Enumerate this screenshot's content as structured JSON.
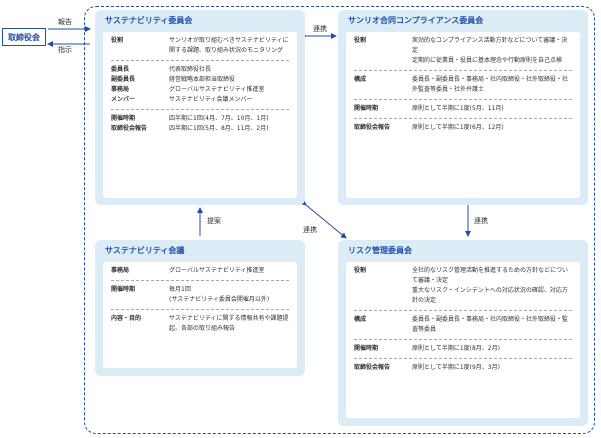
{
  "board": "取締役会",
  "board_links": {
    "report": "報告",
    "instruct": "指示"
  },
  "link_labels": {
    "top": "連携",
    "diag": "連携",
    "right": "連携",
    "up": "提案"
  },
  "sustainability_committee": {
    "title": "サステナビリティ委員会",
    "role_key": "役割",
    "role_val": "サンリオが取り組むべきサステナビリティに関する課題、取り組み状況のモニタリング",
    "members": [
      {
        "k": "委員長",
        "v": "代表取締役社長"
      },
      {
        "k": "副委員長",
        "v": "経営戦略本部担当取締役"
      },
      {
        "k": "事務局",
        "v": "グローバルサステナビリティ推進室"
      },
      {
        "k": "メンバー",
        "v": "サステナビリティ会議メンバー"
      }
    ],
    "schedule": [
      {
        "k": "開催時期",
        "v": "四半期に1回(4月、7月、10月、1月)"
      },
      {
        "k": "取締役会報告",
        "v": "四半期に1回(5月、8月、11月、2月)"
      }
    ]
  },
  "compliance_committee": {
    "title": "サンリオ合同コンプライアンス委員会",
    "role_key": "役割",
    "role_val1": "実効的なコンプライアンス活動方針などについて審議・決定",
    "role_val2": "定期的に従業員・役員に基本理念や行動原則を自己点検",
    "comp_key": "構成",
    "comp_val": "委員長・副委員長・事務局・社内取締役・社外取締役・社外監査等委員・社外弁護士",
    "timing_key": "開催時期",
    "timing_val": "原則として半期に1度(5月、11月)",
    "report_key": "取締役会報告",
    "report_val": "原則として半期に1度(6月、12月)"
  },
  "sustainability_meeting": {
    "title": "サステナビリティ会議",
    "rows": [
      {
        "k": "事務局",
        "v": "グローバルサステナビリティ推進室"
      },
      {
        "k": "開催時期",
        "v": "毎月1回\n(サステナビリティ委員会開催月以外)"
      },
      {
        "k": "内容・目的",
        "v": "サステナビリティに関する情報共有や課題提起、各部の取り組み報告"
      }
    ]
  },
  "risk_committee": {
    "title": "リスク管理委員会",
    "role_key": "役割",
    "role_val1": "全社的なリスク管理活動を推進するための方針などについて審議・決定",
    "role_val2": "重大なリスク・インシデントへの対応状況の確認、対応方針の決定",
    "comp_key": "構成",
    "comp_val": "委員長・副委員長・事務局・社内取締役・社外取締役・監査等委員",
    "timing_key": "開催時期",
    "timing_val": "原則として半期に1度(8月、2月)",
    "report_key": "取締役会報告",
    "report_val": "原則として半期に1度(9月、3月)"
  }
}
